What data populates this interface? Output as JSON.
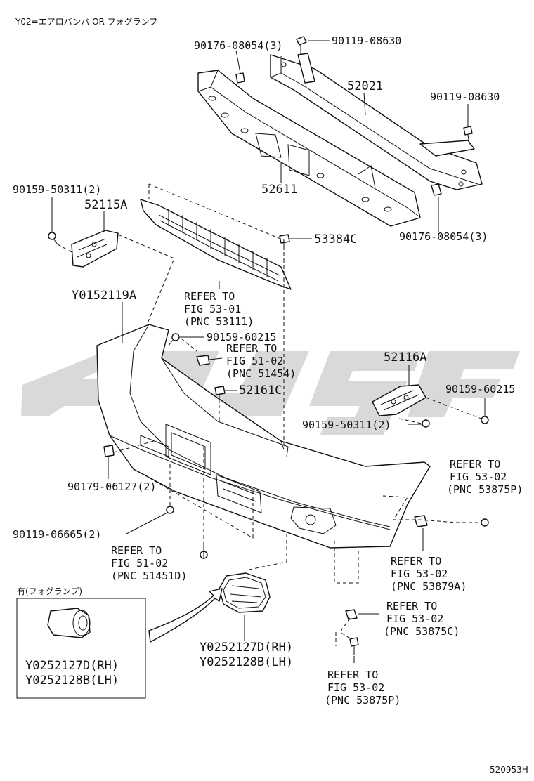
{
  "header": {
    "note": "Y02=エアロバンパ OR フォグランプ"
  },
  "footer": {
    "figure_code": "520953H"
  },
  "callouts": {
    "bolt_top_a": "90176-08054(3)",
    "bolt_top_b": "90119-08630",
    "reinforcement": "52021",
    "bolt_right": "90119-08630",
    "absorber": "52611",
    "nut_right": "90176-08054(3)",
    "screw_left": "90159-50311(2)",
    "retainer_left": "52115A",
    "clip_53384c": "53384C",
    "bumper_cover": "Y0152119A",
    "grille_ref_1": "REFER TO",
    "grille_ref_2": "FIG 53-01",
    "grille_ref_3": "(PNC 53111)",
    "screw_60215_a": "90159-60215",
    "ref_51454_1": "REFER TO",
    "ref_51454_2": "FIG 51-02",
    "ref_51454_3": "(PNC 51454)",
    "clip_52161c": "52161C",
    "retainer_right": "52116A",
    "screw_60215_b": "90159-60215",
    "screw_right": "90159-50311(2)",
    "ref_53875p_top_1": "REFER TO",
    "ref_53875p_top_2": "FIG 53-02",
    "ref_53875p_top_3": "(PNC 53875P)",
    "nut_06127": "90179-06127(2)",
    "bolt_06665": "90119-06665(2)",
    "ref_51451d_1": "REFER TO",
    "ref_51451d_2": "FIG 51-02",
    "ref_51451d_3": "(PNC 51451D)",
    "ref_53879a_1": "REFER TO",
    "ref_53879a_2": "FIG 53-02",
    "ref_53879a_3": "(PNC 53879A)",
    "ref_53875c_1": "REFER TO",
    "ref_53875c_2": "FIG 53-02",
    "ref_53875c_3": "(PNC 53875C)",
    "ref_53875p_bot_1": "REFER TO",
    "ref_53875p_bot_2": "FIG 53-02",
    "ref_53875p_bot_3": "(PNC 53875P)",
    "cover_rh": "Y0252127D(RH)",
    "cover_lh": "Y0252128B(LH)"
  },
  "inset": {
    "title": "有(フォグランプ)",
    "part_rh": "Y0252127D(RH)",
    "part_lh": "Y0252128B(LH)"
  }
}
